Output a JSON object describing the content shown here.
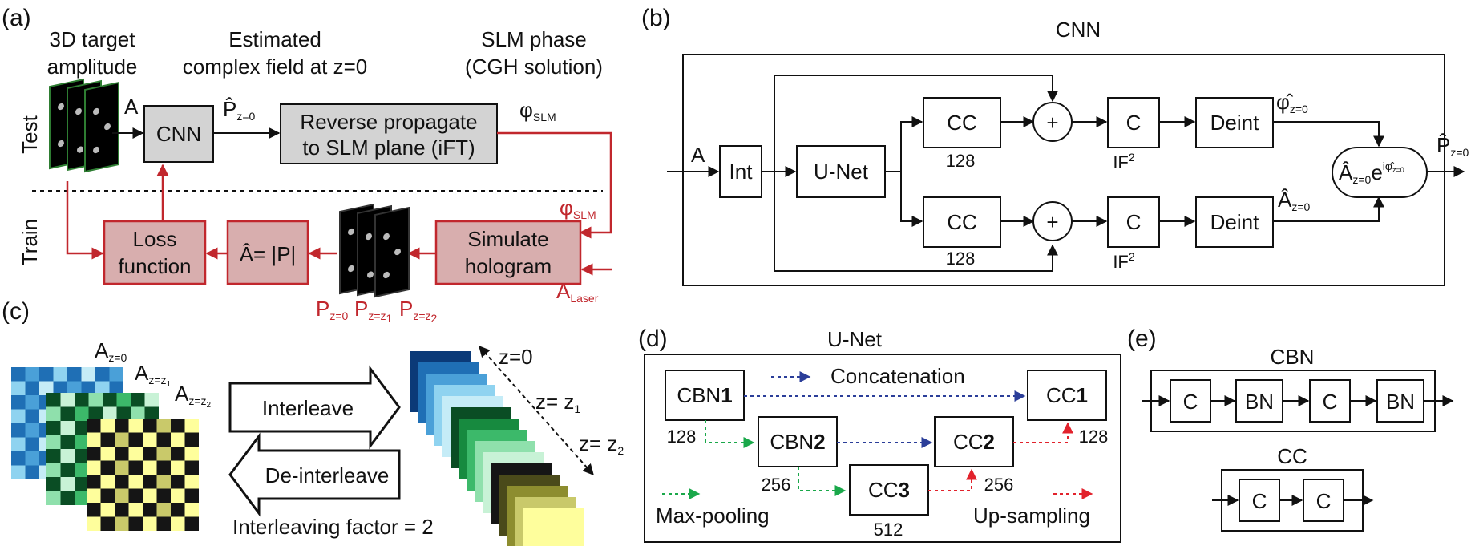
{
  "colors": {
    "red": "#c1272d",
    "gray_box": "#d3d3d3",
    "pink_box": "#d8aeae",
    "blue_concat": "#2b3e99",
    "green_pool": "#1aa84a",
    "red_up": "#e2222c",
    "blue_stack": [
      "#0b3a78",
      "#1f6fb5",
      "#4aa0d8",
      "#8fd3f0",
      "#c5ecf7"
    ],
    "green_stack": [
      "#0a4d24",
      "#178a3f",
      "#3cb96a",
      "#8fe0ac",
      "#c8f2d6"
    ],
    "yellow_stack": [
      "#151515",
      "#4a4a1a",
      "#8d8d2f",
      "#c9c96a",
      "#fefe9c"
    ]
  },
  "panel_a": {
    "label": "(a)",
    "col_target_1": "3D target",
    "col_target_2": "amplitude",
    "col_est_1": "Estimated",
    "col_est_2": "complex field at z=0",
    "col_slm_1": "SLM phase",
    "col_slm_2": "(CGH solution)",
    "row_test": "Test",
    "row_train": "Train",
    "input_A": "A",
    "cnn": "CNN",
    "p_hat": "P̂",
    "p_hat_sub": "z=0",
    "reverse_1": "Reverse propagate",
    "reverse_2": "to SLM plane (iFT)",
    "phi_slm": "φ",
    "phi_slm_sub": "SLM",
    "phi_slm_red": "φ",
    "phi_slm_red_sub": "SLM",
    "simulate_1": "Simulate",
    "simulate_2": "hologram",
    "a_laser": "A",
    "a_laser_sub": "Laser",
    "a_abs": "Â= |P|",
    "loss_1": "Loss",
    "loss_2": "function",
    "p0": "P",
    "p0_sub": "z=0",
    "p1": "P",
    "p1_sub": "z=z",
    "p1_subsub": "1",
    "p2": "P",
    "p2_sub": "z=z",
    "p2_subsub": "2"
  },
  "panel_b": {
    "label": "(b)",
    "title": "CNN",
    "input_A": "A",
    "int": "Int",
    "unet": "U-Net",
    "cc": "CC",
    "plus": "+",
    "c": "C",
    "deint": "Deint",
    "n128": "128",
    "if2": "IF",
    "if2_sup": "2",
    "phi_hat": "φ̂",
    "phi_hat_sub": "z=0",
    "a_hat": "Â",
    "a_hat_sub": "z=0",
    "combine_A": "Â",
    "combine_sub": "z=0",
    "combine_e": "e",
    "combine_sup": "iφ̂",
    "combine_supsub": "z=0",
    "out_P": "P̂",
    "out_P_sub": "z=0"
  },
  "panel_c": {
    "label": "(c)",
    "a0": "A",
    "a0_sub": "z=0",
    "a1": "A",
    "a1_sub": "z=z",
    "a1_subsub": "1",
    "a2": "A",
    "a2_sub": "z=z",
    "a2_subsub": "2",
    "interleave": "Interleave",
    "deinterleave": "De-interleave",
    "factor": "Interleaving factor = 2",
    "z0": "z=0",
    "z1": "z= z",
    "z1_sub": "1",
    "z2": "z= z",
    "z2_sub": "2"
  },
  "panel_d": {
    "label": "(d)",
    "title": "U-Net",
    "cbn": "CBN",
    "cbn1_n": "1",
    "cbn2_n": "2",
    "cc": "CC",
    "cc1_n": "1",
    "cc2_n": "2",
    "cc3_n": "3",
    "concat": "Concatenation",
    "maxpool": "Max-pooling",
    "upsample": "Up-sampling",
    "n128a": "128",
    "n128b": "128",
    "n256a": "256",
    "n256b": "256",
    "n512": "512"
  },
  "panel_e": {
    "label": "(e)",
    "cbn_title": "CBN",
    "cc_title": "CC",
    "c": "C",
    "bn": "BN"
  }
}
